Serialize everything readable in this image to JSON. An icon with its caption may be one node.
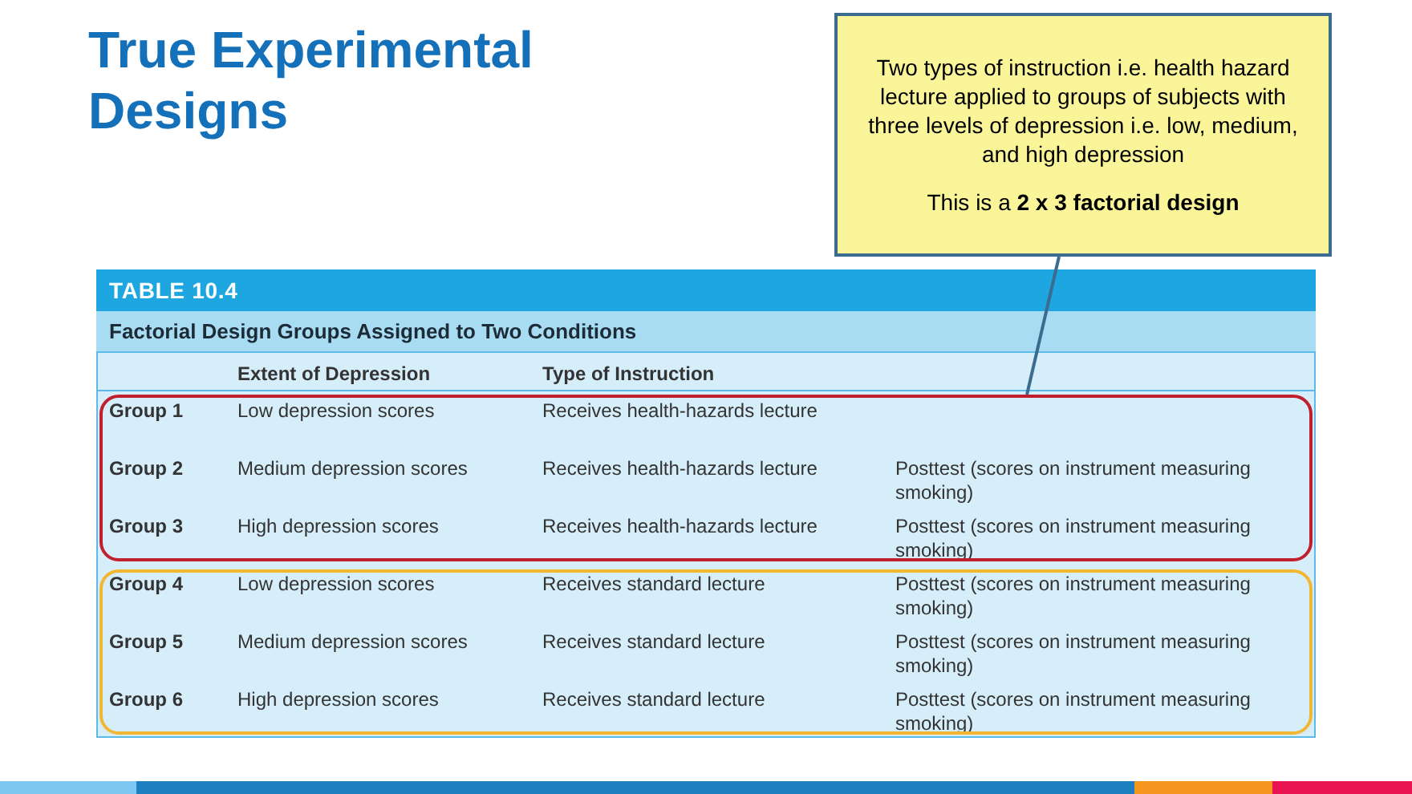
{
  "diagram": {
    "title": "True Experimental Designs",
    "nodes": [
      {
        "text": [
          "Two types of instruction i.e. health hazard lecture applied to groups of subjects with three levels of depression i.e. low, medium, and high depression",
          "This is a **2 x 3 factorial design**"
        ]
      },
      {
        "text": [],
        "shape": "box"
      },
      {
        "text": [],
        "shape": "box"
      }
    ],
    "edges": [
      {
        "from": 0,
        "to": 1,
        "arrow": "none"
      }
    ],
    "labels": [
      "TABLE 10.4",
      "Factorial Design Groups Assigned to Two Conditions",
      "Extent of Depression",
      "Type of Instruction",
      "Group 1",
      "Low depression scores",
      "Receives health-hazards lecture",
      "Group 2",
      "Medium depression scores",
      "Receives health-hazards lecture",
      "Posttest (scores on instrument measuring smoking)",
      "Group 3",
      "High depression scores",
      "Receives health-hazards lecture",
      "Posttest (scores on instrument measuring smoking)",
      "Group 4",
      "Low depression scores",
      "Receives standard lecture",
      "Posttest (scores on instrument measuring smoking)",
      "Group 5",
      "Medium depression scores",
      "Receives standard lecture",
      "Posttest (scores on instrument measuring smoking)",
      "Group 6",
      "High depression scores",
      "Receives standard lecture",
      "Posttest (scores on instrument measuring smoking)"
    ]
  }
}
